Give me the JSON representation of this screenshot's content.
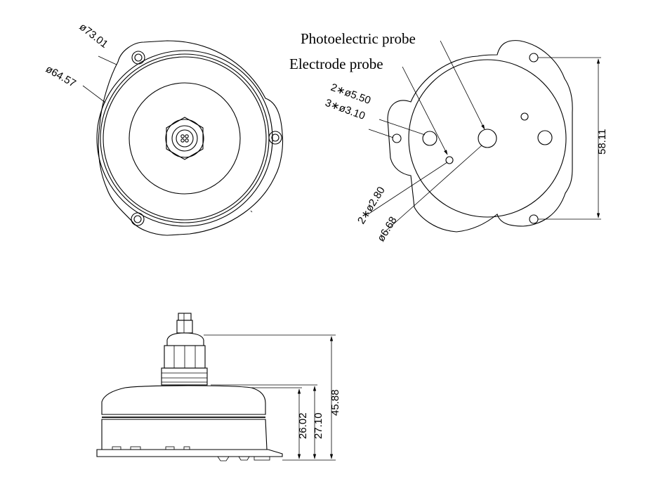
{
  "labels": {
    "photoelectric": "Photoelectric probe",
    "electrode": "Electrode probe"
  },
  "dims": {
    "d73": "ø73.01",
    "d64": "ø64.57",
    "d550": "2∗ø5.50",
    "d310": "3∗ø3.10",
    "d280": "2∗ø2.80",
    "d668": "ø6.68",
    "h5811": "58.11",
    "h4588": "45.88",
    "h2710": "27.10",
    "h2602": "26.02"
  }
}
